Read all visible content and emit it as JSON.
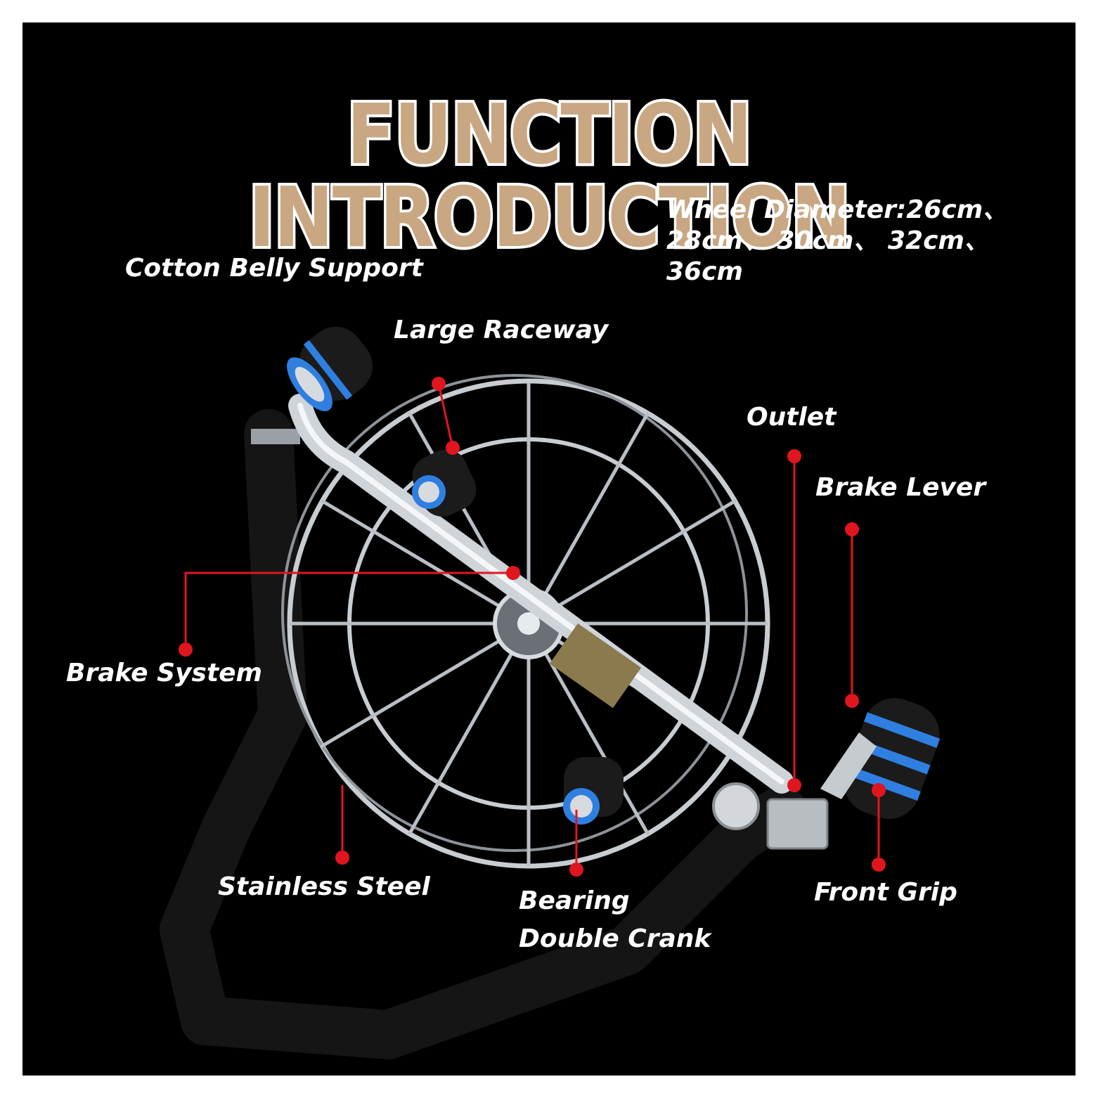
{
  "title": "FUNCTION INTRODUCTION",
  "spec": {
    "line1": "Wheel Diameter:26cm、",
    "line2": "28cm、 30cm、 32cm、",
    "line3": "36cm"
  },
  "labels": {
    "cotton_belly_support": "Cotton Belly Support",
    "large_raceway": "Large Raceway",
    "outlet": "Outlet",
    "brake_lever": "Brake Lever",
    "brake_system": "Brake System",
    "stainless_steel": "Stainless Steel",
    "bearing": "Bearing",
    "double_crank": "Double Crank",
    "front_grip": "Front Grip"
  },
  "colors": {
    "background": "#000000",
    "title_fill": "#c9a783",
    "title_outline": "#ffffff",
    "pointer": "#e0161e",
    "steel": "#c8cdd2",
    "grip_foam": "#1b1b1b",
    "grip_ring": "#2f7fe0",
    "strap": "#141414"
  }
}
